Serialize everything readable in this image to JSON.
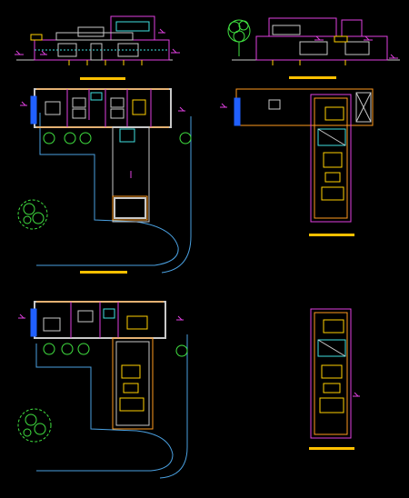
{
  "colors": {
    "background": "#000000",
    "wall": "#c8c8c8",
    "wall_accent": "#e040e0",
    "window": "#ff9a1e",
    "title_bar": "#ffc000",
    "furniture": "#ffd000",
    "site_line": "#4aa0e0",
    "glass": "#2060ff",
    "tree": "#40e040",
    "dimension": "#e040e0",
    "stair": "#40e0e0",
    "text": "#ffd000"
  },
  "drawings": [
    {
      "id": "front-elevation",
      "kind": "elevation"
    },
    {
      "id": "side-elevation",
      "kind": "elevation"
    },
    {
      "id": "ground-floor-plan-upper",
      "kind": "plan"
    },
    {
      "id": "roof-level-plan",
      "kind": "plan"
    },
    {
      "id": "ground-floor-plan-lower",
      "kind": "plan"
    },
    {
      "id": "upper-floor-plan",
      "kind": "plan"
    }
  ],
  "icons": [
    "tree-icon",
    "shrub-icon",
    "north-arrow-icon",
    "level-marker-icon"
  ]
}
